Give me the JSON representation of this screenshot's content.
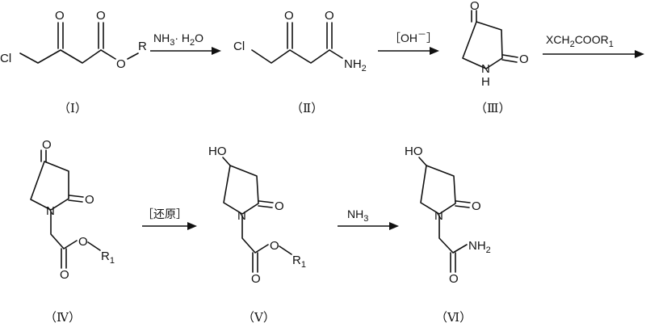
{
  "compounds": {
    "I": {
      "label": "（Ⅰ）",
      "atoms": {
        "cl": "Cl",
        "o_keto": "O",
        "o_ester_dbl": "O",
        "o_ester": "O",
        "r": "R"
      }
    },
    "II": {
      "label": "（Ⅱ）",
      "atoms": {
        "cl": "Cl",
        "o_keto": "O",
        "o_amide": "O",
        "nh2_n": "NH",
        "nh2_sub": "2"
      }
    },
    "III": {
      "label": "（Ⅲ）",
      "atoms": {
        "o_keto": "O",
        "o_lactam": "O",
        "n": "N",
        "h": "H"
      }
    },
    "IV": {
      "label": "（Ⅳ）",
      "atoms": {
        "o_keto": "O",
        "o_lactam": "O",
        "n": "N",
        "o_ester": "O",
        "o_ester_dbl": "O",
        "r1": "R",
        "r1_sub": "1"
      }
    },
    "V": {
      "label": "（Ⅴ）",
      "atoms": {
        "ho": "HO",
        "o_lactam": "O",
        "n": "N",
        "o_ester": "O",
        "o_ester_dbl": "O",
        "r1": "R",
        "r1_sub": "1"
      }
    },
    "VI": {
      "label": "（Ⅵ）",
      "atoms": {
        "ho": "HO",
        "o_lactam": "O",
        "n": "N",
        "nh2_n": "NH",
        "nh2_sub": "2",
        "o_amide": "O"
      }
    }
  },
  "reagents": {
    "step1": {
      "a": "NH",
      "a_sub": "3",
      "b": "· H",
      "b_sub": "2",
      "c": "O"
    },
    "step2": {
      "text": "［OH",
      "sup": "－",
      "close": "］"
    },
    "step3": {
      "a": "XCH",
      "a_sub": "2",
      "b": "COOR",
      "b_sub": "1"
    },
    "step4": {
      "text": "［还原］"
    },
    "step5": {
      "a": "NH",
      "a_sub": "3"
    }
  }
}
